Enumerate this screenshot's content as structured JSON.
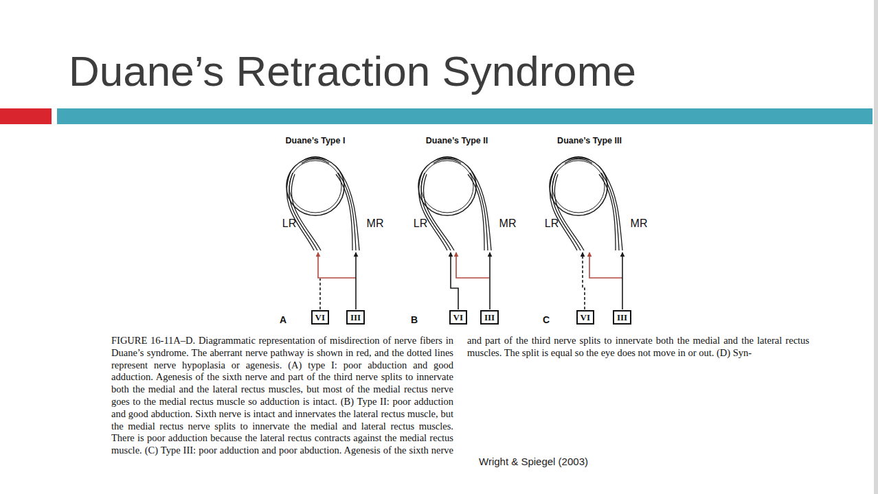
{
  "diagram": {
    "title": "Duane’s Retraction Syndrome",
    "caption": "FIGURE 16-11A–D. Diagrammatic representation of misdirection of nerve fibers in Duane’s syndrome. The aberrant nerve pathway is shown in red, and the dotted lines represent nerve hypoplasia or agenesis. (A) type I: poor abduction and good adduction. Agenesis of the sixth nerve and part of the third nerve splits to innervate both the medial and the lateral rectus muscles, but most of the medial rectus nerve goes to the medial rectus muscle so adduction is intact. (B) Type II: poor adduction and good abduction. Sixth nerve is intact and innervates the lateral rectus muscle, but the medial rectus nerve splits to innervate the medial and lateral rectus muscles. There is poor adduction because the lateral rectus contracts against the medial rectus muscle. (C) Type III: poor adduction and poor abduction. Agenesis of the sixth nerve and part of the third nerve splits to innervate both the medial and the lateral rectus muscles. The split is equal so the eye does not move in or out. (D) Syn-",
    "nodes": [
      {
        "text": [
          "VI"
        ]
      },
      {
        "text": [
          "III"
        ]
      },
      {
        "text": [
          "VI"
        ]
      },
      {
        "text": [
          "III"
        ]
      },
      {
        "text": [
          "VI"
        ]
      },
      {
        "text": [
          "III"
        ]
      }
    ],
    "labels": [
      "Duane’s Type I",
      "Duane’s Type II",
      "Duane’s Type III",
      "LR",
      "MR",
      "LR",
      "MR",
      "LR",
      "MR",
      "A",
      "B",
      "C",
      "Wright & Spiegel (2003)"
    ]
  }
}
